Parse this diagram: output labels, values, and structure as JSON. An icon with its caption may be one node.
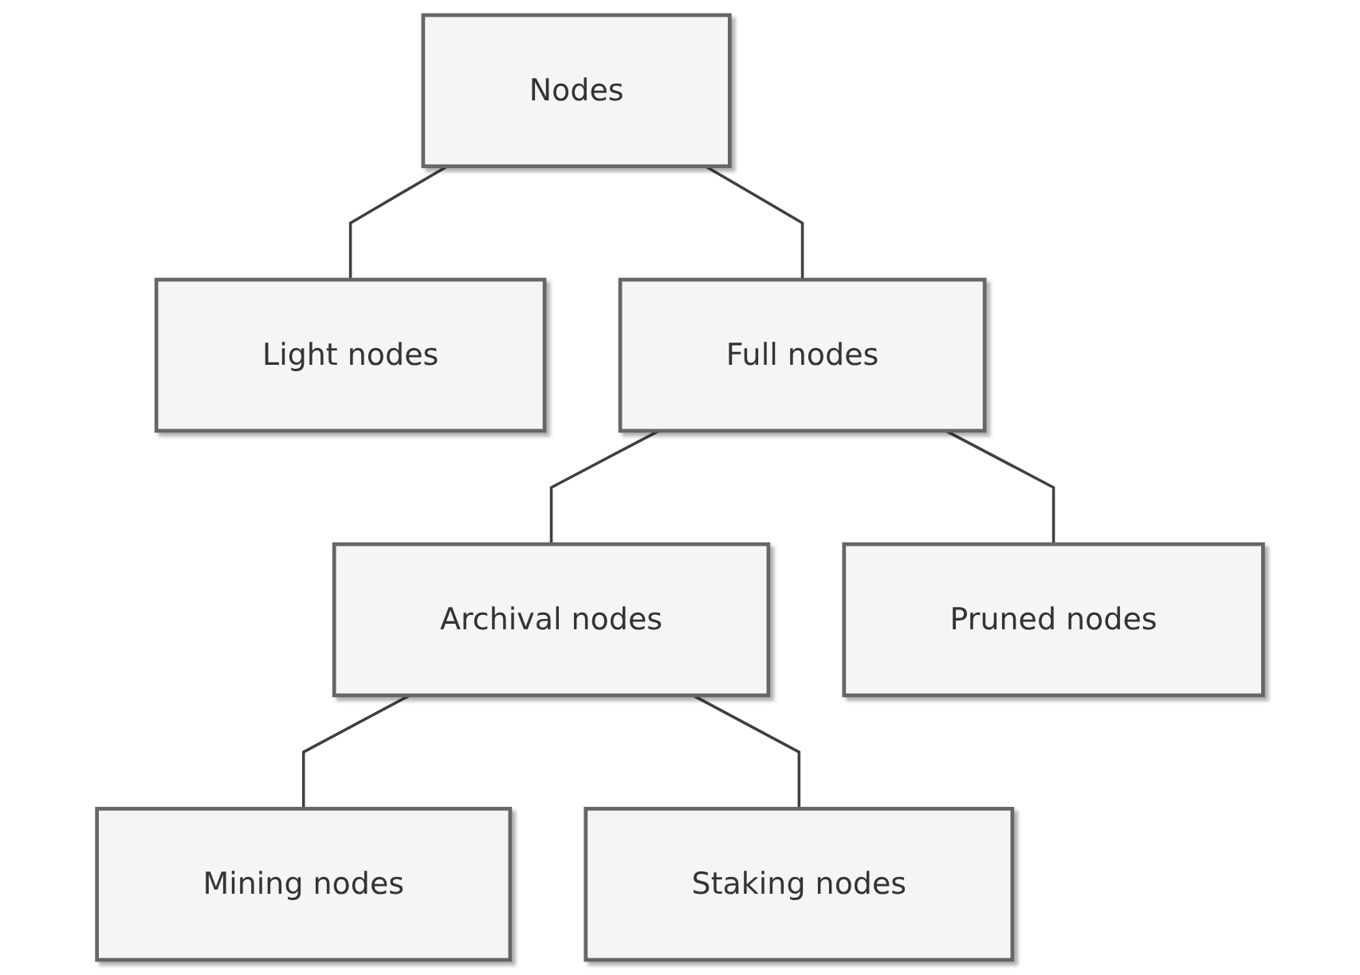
{
  "diagram": {
    "nodes": [
      {
        "text": [
          "Nodes"
        ]
      },
      {
        "text": [
          "Light nodes"
        ]
      },
      {
        "text": [
          "Full nodes"
        ]
      },
      {
        "text": [
          "Archival nodes"
        ]
      },
      {
        "text": [
          "Pruned nodes"
        ]
      },
      {
        "text": [
          "Mining nodes"
        ]
      },
      {
        "text": [
          "Staking nodes"
        ]
      }
    ],
    "edges": [
      {
        "from": 0,
        "to": 1,
        "arrow": "none"
      },
      {
        "from": 0,
        "to": 2,
        "arrow": "none"
      },
      {
        "from": 2,
        "to": 3,
        "arrow": "none"
      },
      {
        "from": 2,
        "to": 4,
        "arrow": "none"
      },
      {
        "from": 3,
        "to": 5,
        "arrow": "none"
      },
      {
        "from": 3,
        "to": 6,
        "arrow": "none"
      }
    ]
  }
}
